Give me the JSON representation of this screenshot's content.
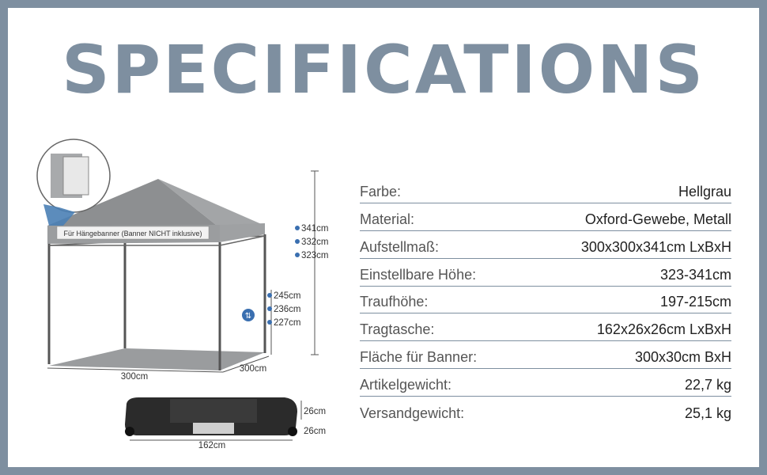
{
  "page": {
    "title": "SPECIFICATIONS"
  },
  "specs": [
    {
      "label": "Farbe:",
      "value": "Hellgrau"
    },
    {
      "label": "Material:",
      "value": "Oxford-Gewebe, Metall"
    },
    {
      "label": "Aufstellmaß:",
      "value": "300x300x341cm LxBxH"
    },
    {
      "label": "Einstellbare Höhe:",
      "value": "323-341cm"
    },
    {
      "label": "Traufhöhe:",
      "value": "197-215cm"
    },
    {
      "label": "Tragtasche:",
      "value": "162x26x26cm LxBxH"
    },
    {
      "label": "Fläche für Banner:",
      "value": "300x30cm BxH"
    },
    {
      "label": "Artikelgewicht:",
      "value": "22,7 kg"
    },
    {
      "label": "Versandgewicht:",
      "value": "25,1 kg"
    }
  ],
  "illustration": {
    "banner_text": "Für Hängebanner (Banner NICHT inklusive)",
    "heights_total": [
      "341cm",
      "332cm",
      "323cm"
    ],
    "heights_eave": [
      "245cm",
      "236cm",
      "227cm"
    ],
    "width": "300cm",
    "depth": "300cm",
    "bag_height": "26cm",
    "bag_depth": "26cm",
    "bag_length": "162cm"
  },
  "colors": {
    "frame": "#7e8fa0",
    "canopy": "#8d8f91",
    "accent": "#3a6fb0"
  }
}
